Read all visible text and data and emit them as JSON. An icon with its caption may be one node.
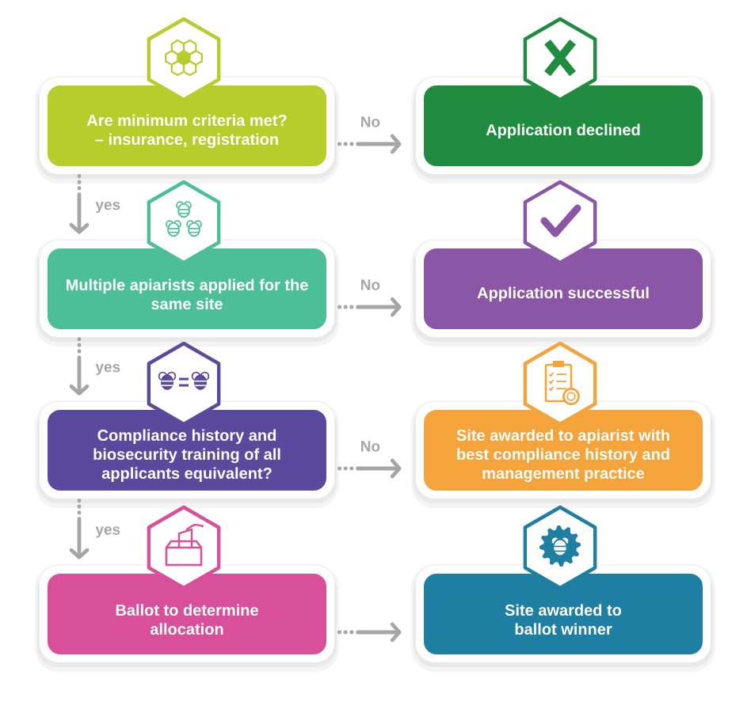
{
  "diagram": {
    "nodes": [
      {
        "text": [
          "Are minimum criteria met? – insurance, registration"
        ]
      },
      {
        "text": [
          "Application declined"
        ]
      },
      {
        "text": [
          "Multiple apiarists applied for the same site"
        ]
      },
      {
        "text": [
          "Application successful"
        ]
      },
      {
        "text": [
          "Compliance history and biosecurity training of all applicants equivalent?"
        ]
      },
      {
        "text": [
          "Site awarded to apiarist with best compliance history and management practice"
        ]
      },
      {
        "text": [
          "Ballot to determine allocation"
        ]
      },
      {
        "text": [
          "Site awarded to ballot winner"
        ]
      }
    ],
    "edges": [
      {
        "from": 0,
        "to": 1,
        "arrow": "to",
        "label": "No"
      },
      {
        "from": 0,
        "to": 2,
        "arrow": "to",
        "label": "yes"
      },
      {
        "from": 2,
        "to": 3,
        "arrow": "to",
        "label": "No"
      },
      {
        "from": 2,
        "to": 4,
        "arrow": "to",
        "label": "yes"
      },
      {
        "from": 4,
        "to": 5,
        "arrow": "to",
        "label": "No"
      },
      {
        "from": 4,
        "to": 6,
        "arrow": "to",
        "label": "yes"
      },
      {
        "from": 6,
        "to": 7,
        "arrow": "to"
      }
    ]
  }
}
